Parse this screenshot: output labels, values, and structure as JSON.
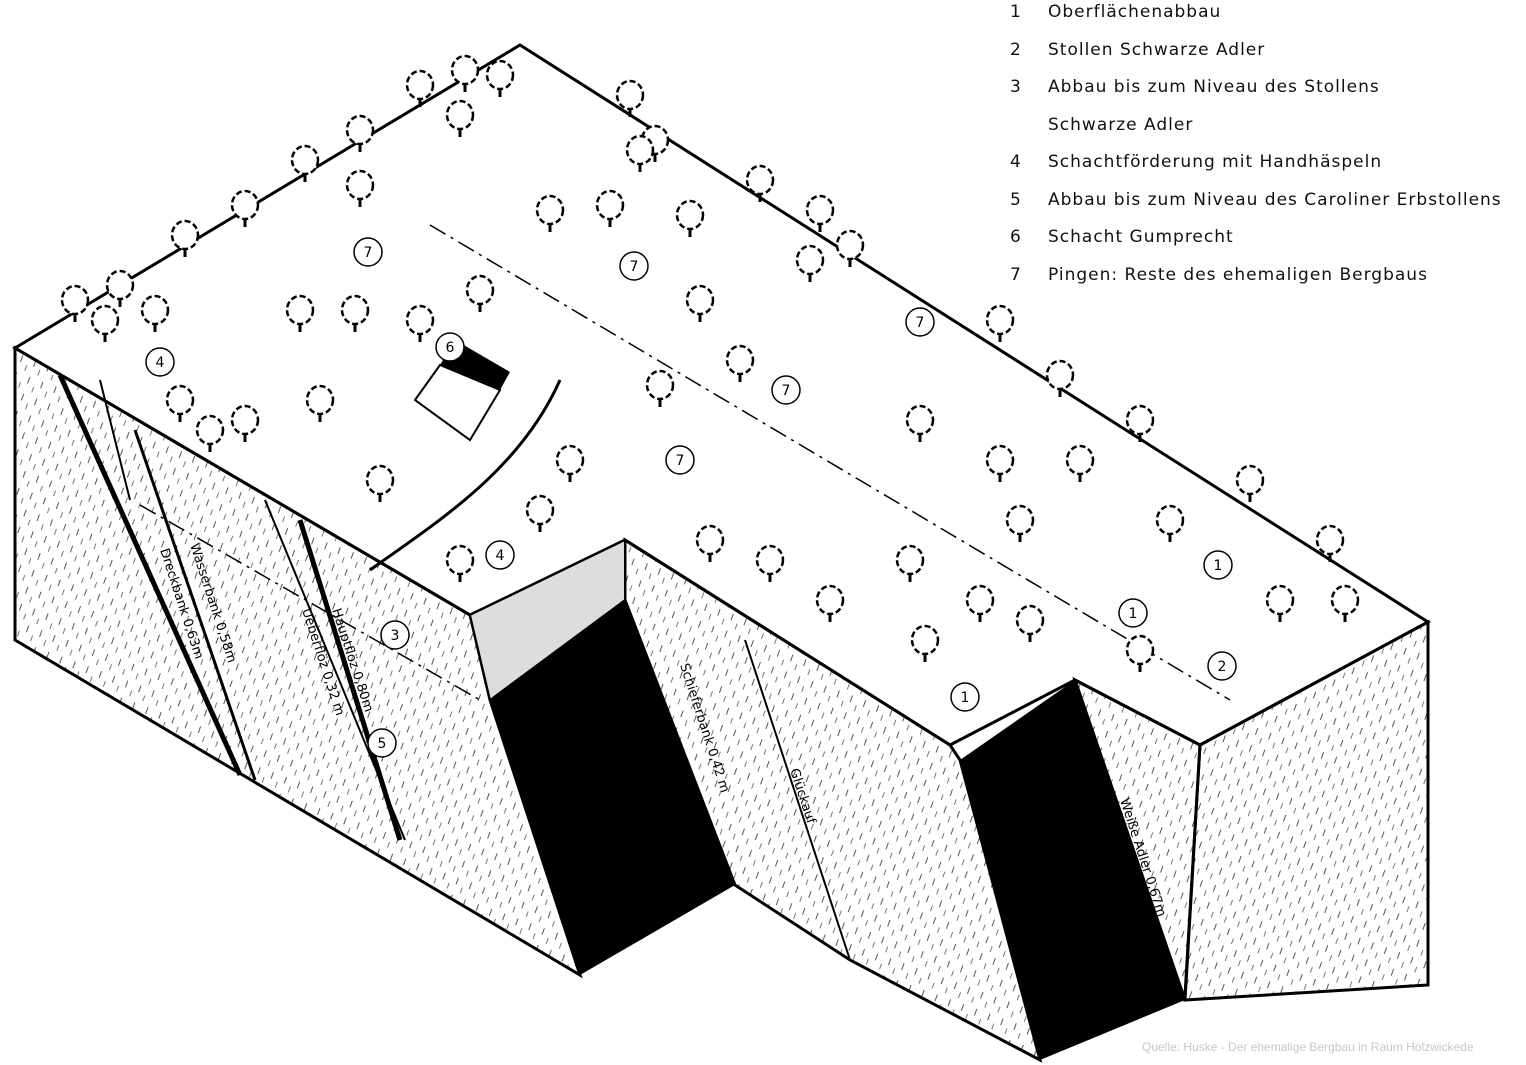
{
  "legend": [
    {
      "num": "1",
      "text": "Oberflächenabbau"
    },
    {
      "num": "2",
      "text": "Stollen Schwarze Adler"
    },
    {
      "num": "3",
      "text": "Abbau bis zum Niveau des Stollens",
      "cont": "Schwarze Adler"
    },
    {
      "num": "4",
      "text": "Schachtförderung mit Handhäspeln"
    },
    {
      "num": "5",
      "text": "Abbau bis zum Niveau des Caroliner Erbstollens"
    },
    {
      "num": "6",
      "text": "Schacht Gumprecht"
    },
    {
      "num": "7",
      "text": "Pingen: Reste des ehemaligen Bergbaus"
    }
  ],
  "seams": {
    "dreckbank": "Dreckbank 0,63m",
    "wasserbank": "Wasserbank 0,58m",
    "ueberfloez": "Ueberflöz 0,32 m",
    "hauptfloez": "Hauptflöz 0,80m",
    "schieferbank": "Schieferbank 0,42 m",
    "glueckauf": "Glückauf",
    "weisse_adler": "Weiße Adler 0,67m"
  },
  "markers": [
    "1",
    "2",
    "3",
    "4",
    "5",
    "6",
    "7"
  ],
  "source": "Quelle: Huske - Der ehemalige Bergbau in Raum Holzwickede"
}
